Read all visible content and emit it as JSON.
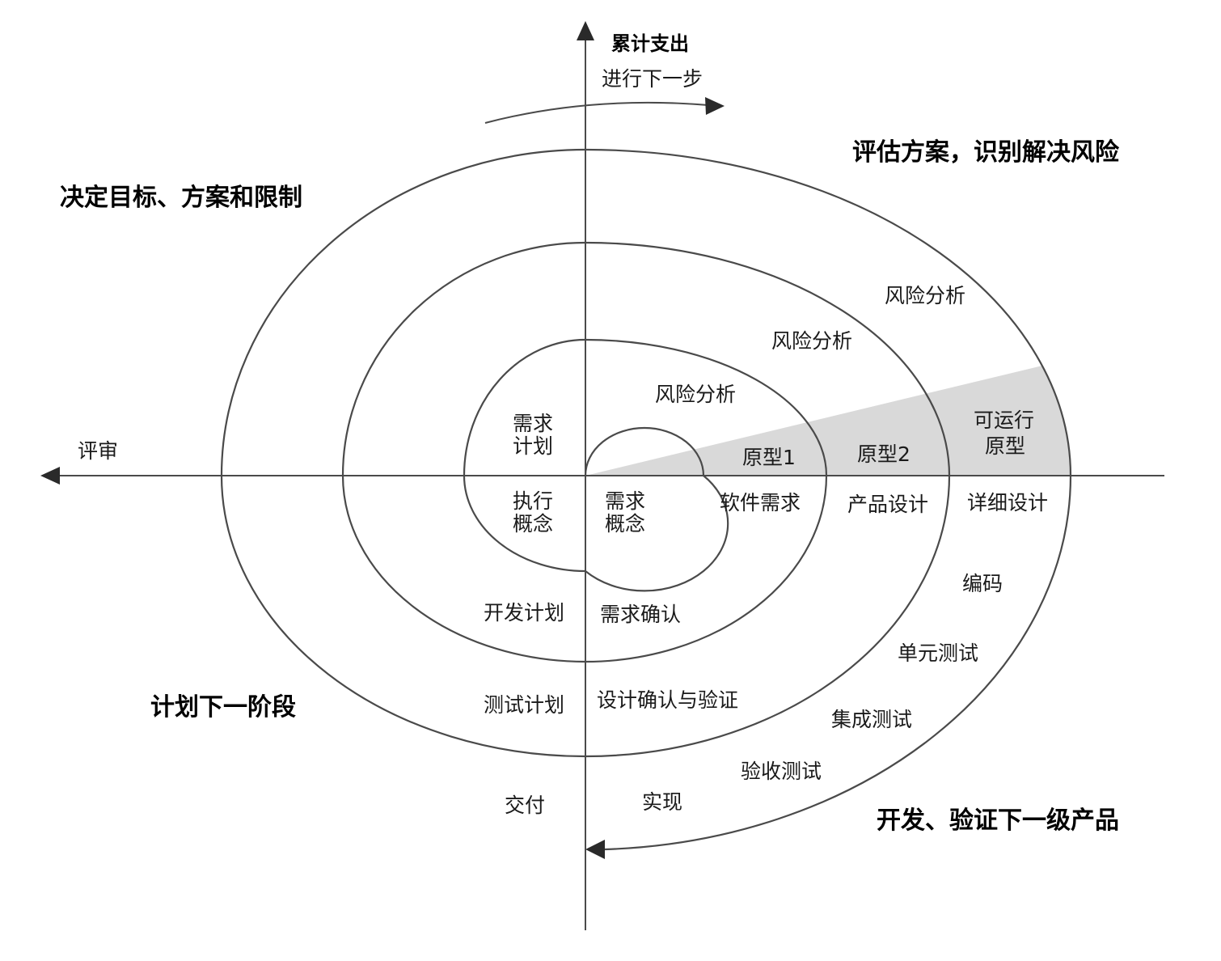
{
  "axis": {
    "cumulative_cost": "累计支出",
    "review": "评审",
    "progress": "进行下一步"
  },
  "quadrants": {
    "top_left": "决定目标、方案和限制",
    "top_right": "评估方案，识别解决风险",
    "bottom_left": "计划下一阶段",
    "bottom_right": "开发、验证下一级产品"
  },
  "labels": {
    "risk_analysis_1": "风险分析",
    "risk_analysis_2": "风险分析",
    "risk_analysis_3": "风险分析",
    "prototype_1": "原型1",
    "prototype_2": "原型2",
    "operational_prototype_line1": "可运行",
    "operational_prototype_line2": "原型",
    "requirements_plan_line1": "需求",
    "requirements_plan_line2": "计划",
    "concept_of_operation_line1": "执行",
    "concept_of_operation_line2": "概念",
    "requirements_concept_line1": "需求",
    "requirements_concept_line2": "概念",
    "software_requirements": "软件需求",
    "product_design": "产品设计",
    "detailed_design": "详细设计",
    "coding": "编码",
    "unit_test": "单元测试",
    "integration_test": "集成测试",
    "acceptance_test": "验收测试",
    "implementation": "实现",
    "development_plan": "开发计划",
    "requirements_validation": "需求确认",
    "test_plan": "测试计划",
    "design_validation": "设计确认与验证",
    "delivery": "交付"
  },
  "colors": {
    "line": "#4a4a4a",
    "shaded_region": "#d9d9d9"
  }
}
